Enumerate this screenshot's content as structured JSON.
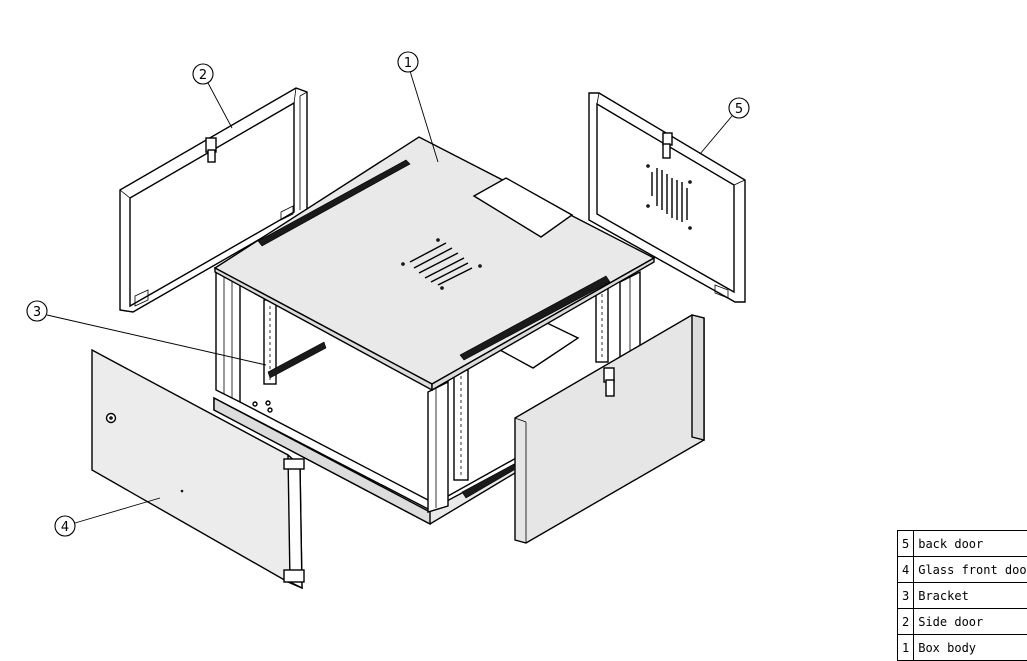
{
  "callouts": [
    {
      "number": "1",
      "target": "box-body"
    },
    {
      "number": "2",
      "target": "side-door"
    },
    {
      "number": "3",
      "target": "bracket"
    },
    {
      "number": "4",
      "target": "glass-front-door"
    },
    {
      "number": "5",
      "target": "back-door"
    }
  ],
  "parts_list": [
    {
      "number": "5",
      "name": "back door"
    },
    {
      "number": "4",
      "name": "Glass front door"
    },
    {
      "number": "3",
      "name": "Bracket"
    },
    {
      "number": "2",
      "name": "Side door"
    },
    {
      "number": "1",
      "name": "Box body"
    }
  ]
}
